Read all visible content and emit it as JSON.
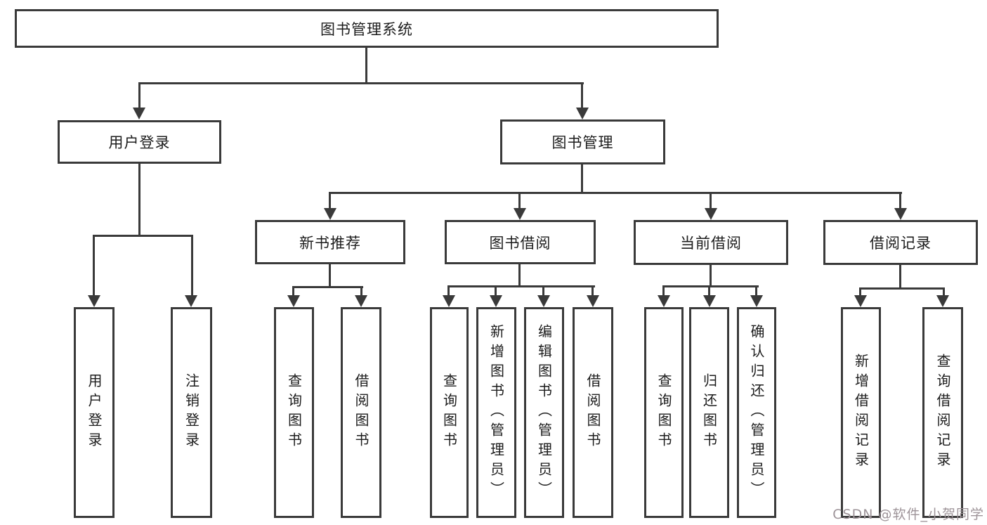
{
  "diagram": {
    "title": "图书管理系统",
    "branches": {
      "user_login": {
        "label": "用户登录",
        "children": [
          "用户登录",
          "注销登录"
        ]
      },
      "book_mgmt": {
        "label": "图书管理",
        "sections": {
          "new_book": {
            "label": "新书推荐",
            "children": [
              "查询图书",
              "借阅图书"
            ]
          },
          "borrow": {
            "label": "图书借阅",
            "children": [
              "查询图书",
              "新增图书（管理员）",
              "编辑图书（管理员）",
              "借阅图书"
            ]
          },
          "current": {
            "label": "当前借阅",
            "children": [
              "查询图书",
              "归还图书",
              "确认归还（管理员）"
            ]
          },
          "records": {
            "label": "借阅记录",
            "children": [
              "新增借阅记录",
              "查询借阅记录"
            ]
          }
        }
      }
    }
  },
  "watermark": {
    "text": "CSDN @软件_小贺同学"
  },
  "colors": {
    "line": "#3a3a3a",
    "text": "#1c1c1c",
    "watermark": "#9e9499",
    "background": "#ffffff"
  }
}
